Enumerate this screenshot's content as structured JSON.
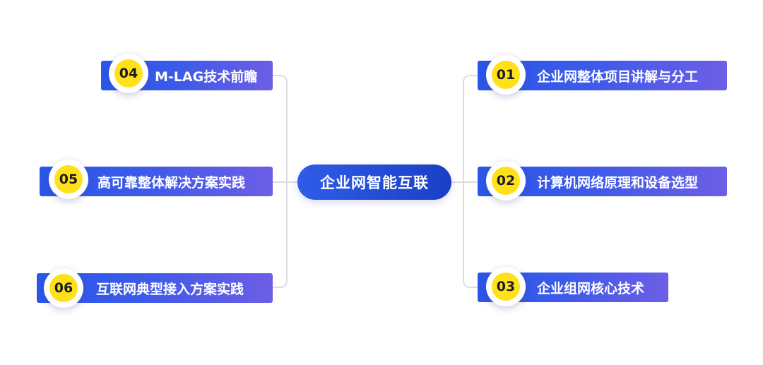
{
  "center": {
    "label": "企业网智能互联"
  },
  "colors": {
    "accent": "#2a56ea",
    "accent_end": "#6d5ee6",
    "badge": "#ffe11a",
    "line": "#dcdde3"
  },
  "topics": [
    {
      "num": "01",
      "label": "企业网整体项目讲解与分工"
    },
    {
      "num": "02",
      "label": "计算机网络原理和设备选型"
    },
    {
      "num": "03",
      "label": "企业组网核心技术"
    },
    {
      "num": "04",
      "label": "M-LAG技术前瞻"
    },
    {
      "num": "05",
      "label": "高可靠整体解决方案实践"
    },
    {
      "num": "06",
      "label": "互联网典型接入方案实践"
    }
  ]
}
